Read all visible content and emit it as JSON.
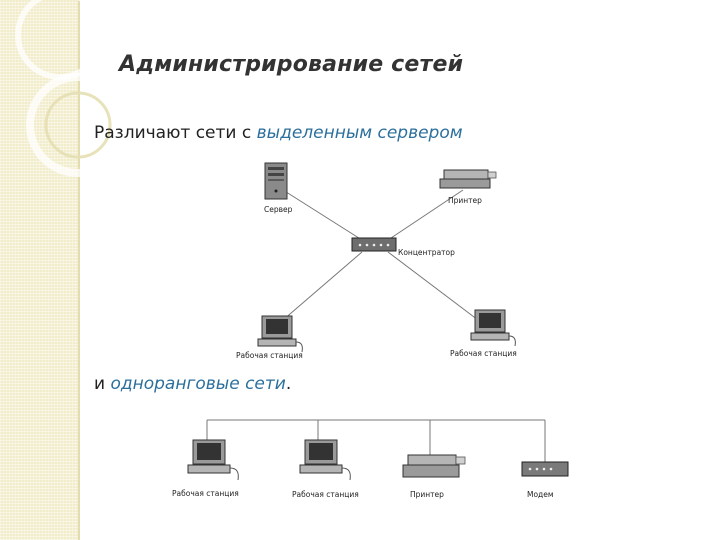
{
  "title": "Администрирование сетей",
  "line1": {
    "prefix": "Различают сети с ",
    "highlight": "выделенным сервером"
  },
  "line2": {
    "prefix": "и ",
    "highlight": "одноранговые сети",
    "suffix": "."
  },
  "diagram1": {
    "server": "Сервер",
    "printer": "Принтер",
    "hub": "Концентратор",
    "ws_left": "Рабочая станция",
    "ws_right": "Рабочая станция"
  },
  "diagram2": {
    "ws1": "Рабочая станция",
    "ws2": "Рабочая станция",
    "printer": "Принтер",
    "modem": "Модем"
  }
}
